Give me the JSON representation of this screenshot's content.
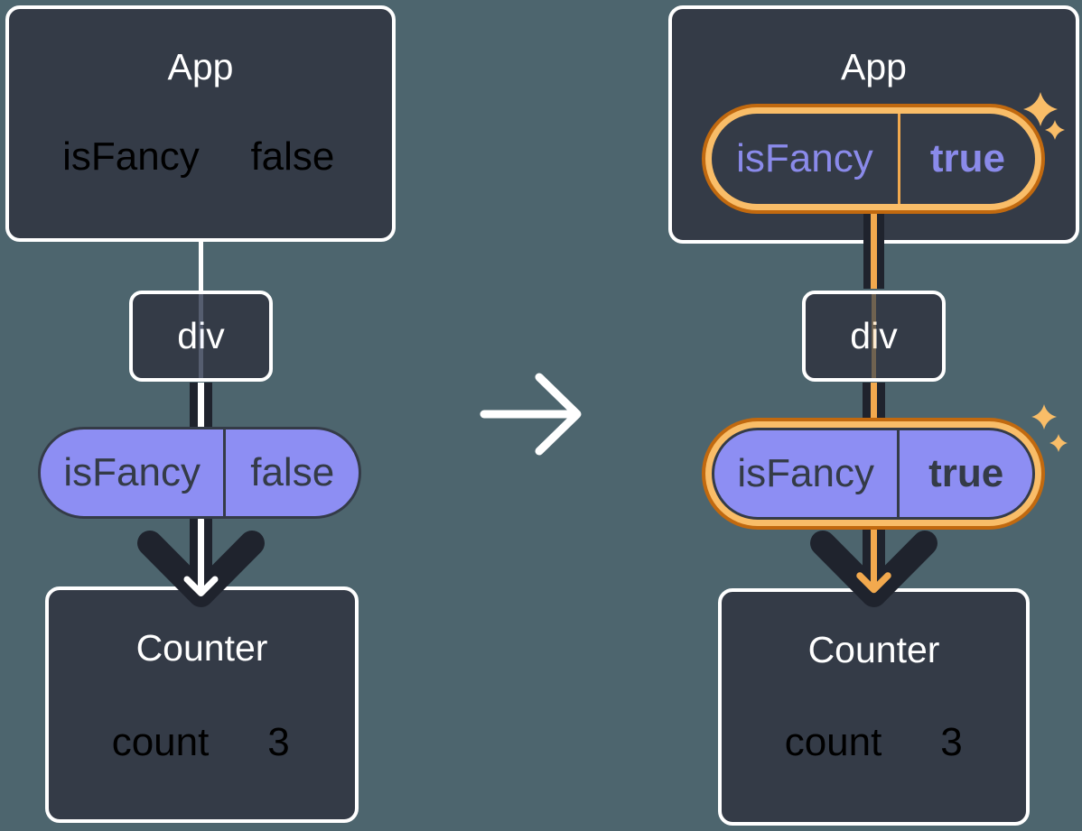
{
  "colors": {
    "background": "#4d656e",
    "box_fill": "#343b47",
    "box_border": "#ffffff",
    "purple": "#8a8aea",
    "purple_pill_fill": "#8d8ef3",
    "dark_text": "#343b47",
    "arrow_dark": "#1f232d",
    "white_line": "#ffffff",
    "orange_ring_outer": "#c1690f",
    "orange_ring_inner": "#f9bd68",
    "orange_line": "#f2a94e",
    "sparkle": "#f9bd68"
  },
  "icons": {
    "transition": "arrow-right-icon",
    "pass_down": "arrow-down-icon",
    "highlight": "sparkle-icon"
  },
  "before": {
    "app": {
      "label": "App",
      "state_pill": {
        "name": "isFancy",
        "value": "false"
      }
    },
    "div_node": {
      "label": "div"
    },
    "prop_pill": {
      "name": "isFancy",
      "value": "false"
    },
    "counter": {
      "label": "Counter",
      "state_pill": {
        "name": "count",
        "value": "3"
      }
    }
  },
  "after": {
    "app": {
      "label": "App",
      "state_pill": {
        "name": "isFancy",
        "value": "true"
      }
    },
    "div_node": {
      "label": "div"
    },
    "prop_pill": {
      "name": "isFancy",
      "value": "true"
    },
    "counter": {
      "label": "Counter",
      "state_pill": {
        "name": "count",
        "value": "3"
      }
    }
  }
}
